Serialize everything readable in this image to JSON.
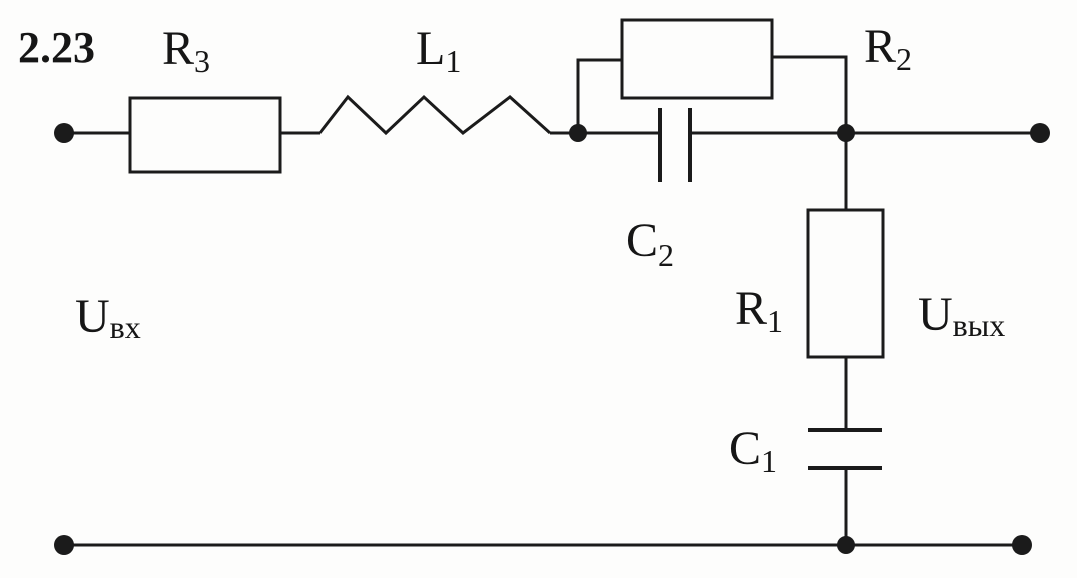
{
  "problem_number": "2.23",
  "labels": {
    "R3": {
      "main": "R",
      "sub": "3"
    },
    "L1": {
      "main": "L",
      "sub": "1"
    },
    "R2": {
      "main": "R",
      "sub": "2"
    },
    "C2": {
      "main": "C",
      "sub": "2"
    },
    "R1": {
      "main": "R",
      "sub": "1"
    },
    "C1": {
      "main": "C",
      "sub": "1"
    },
    "U_in": {
      "main": "U",
      "sub": "вх"
    },
    "U_out": {
      "main": "U",
      "sub": "вых"
    }
  },
  "colors": {
    "ink": "#1b1b1b",
    "paper": "#fdfdfc"
  }
}
